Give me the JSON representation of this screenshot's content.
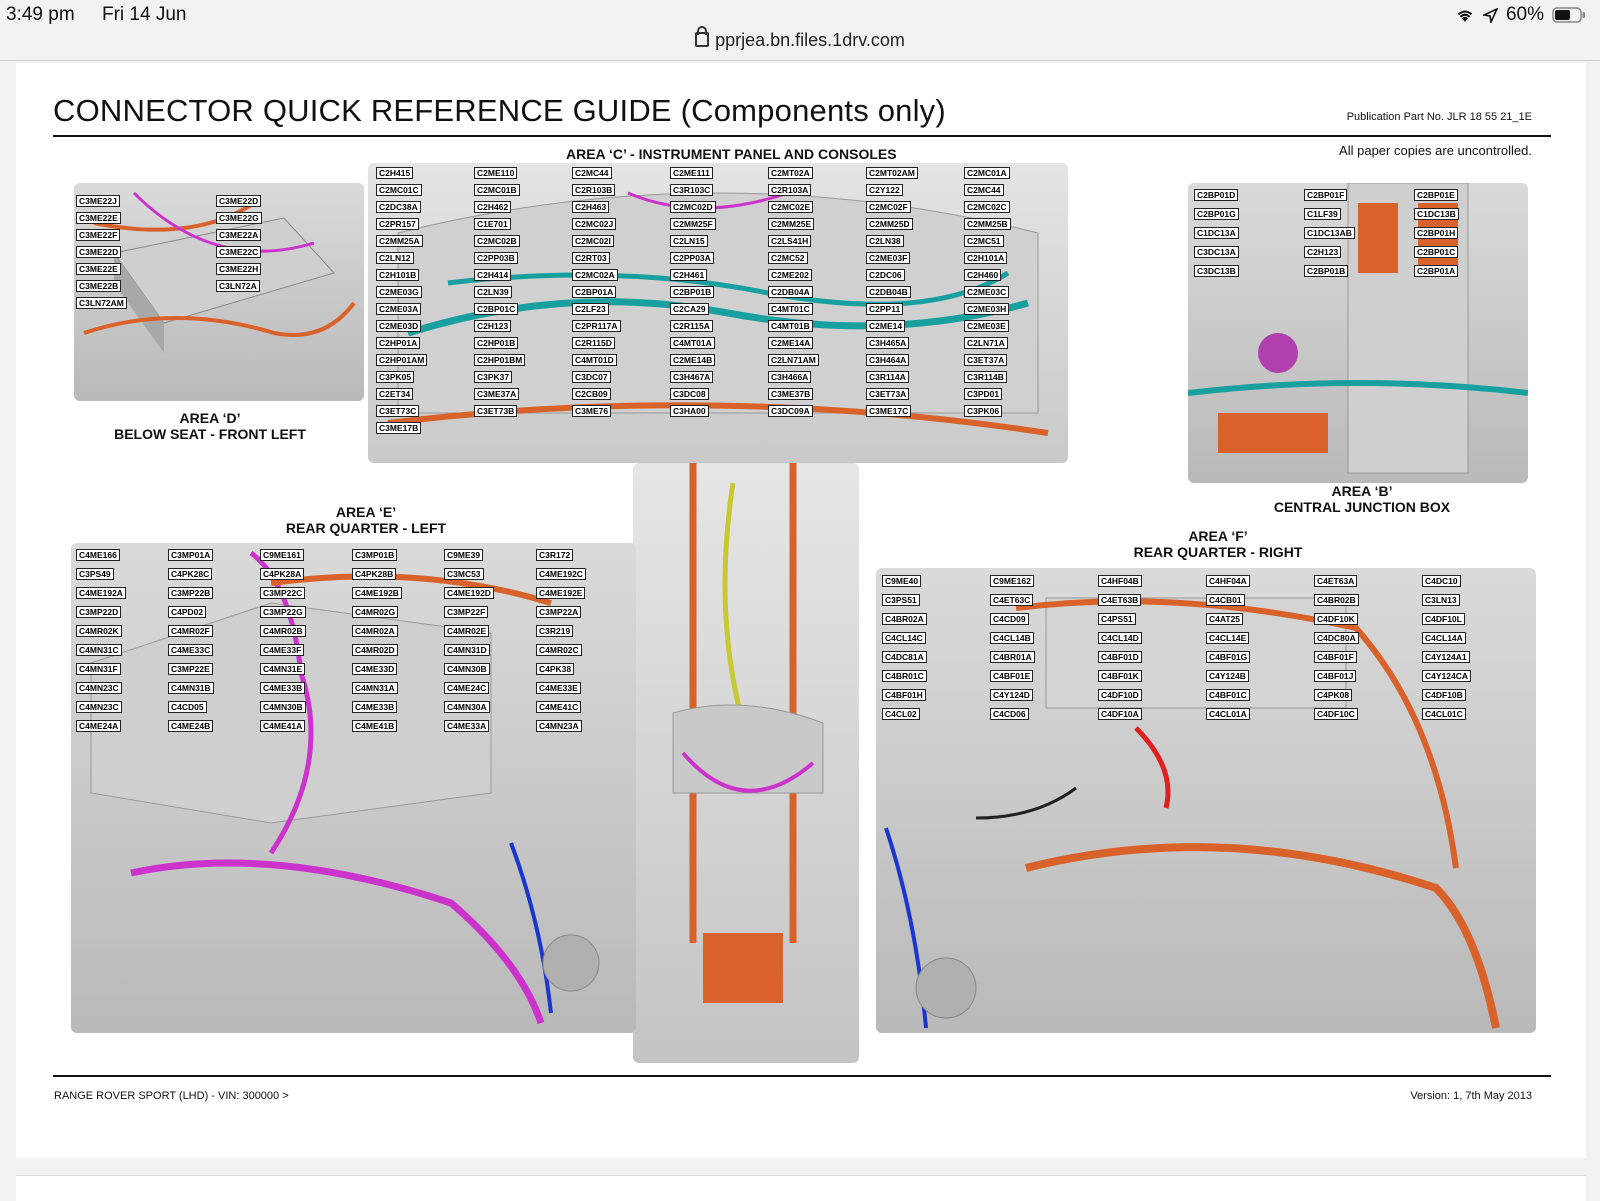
{
  "status_bar": {
    "time": "3:49 pm",
    "date": "Fri 14 Jun",
    "battery": "60%"
  },
  "browser": {
    "url": "pprjea.bn.files.1drv.com"
  },
  "document": {
    "title": "CONNECTOR QUICK REFERENCE GUIDE (Components only)",
    "publication": "Publication Part No. JLR 18 55 21_1E",
    "uncontrolled": "All paper copies are uncontrolled.",
    "footer_left": "RANGE ROVER SPORT (LHD) - VIN: 300000 >",
    "footer_right": "Version: 1, 7th May 2013"
  },
  "areas": {
    "c": {
      "title": "AREA ‘C’ - INSTRUMENT PANEL AND CONSOLES"
    },
    "d": {
      "line1": "AREA ‘D’",
      "line2": "BELOW SEAT - FRONT LEFT"
    },
    "b": {
      "line1": "AREA ‘B’",
      "line2": "CENTRAL JUNCTION BOX"
    },
    "e": {
      "line1": "AREA ‘E’",
      "line2": "REAR QUARTER - LEFT"
    },
    "f": {
      "line1": "AREA ‘F’",
      "line2": "REAR QUARTER - RIGHT"
    }
  },
  "connectors": {
    "area_d": [
      "C3ME22J",
      "C3ME22D",
      "C3ME22E",
      "C3ME22G",
      "C3ME22F",
      "C3ME22A",
      "C3ME22D",
      "C3ME22C",
      "C3ME22E",
      "C3ME22H",
      "C3ME22B",
      "C3LN72A",
      "C3LN72AM"
    ],
    "area_c": [
      "C2H415",
      "C2ME110",
      "C2MC44",
      "C2ME111",
      "C2MT02A",
      "C2MT02AM",
      "C2MC01A",
      "C2MC01C",
      "C2MC01B",
      "C2R103B",
      "C3R103C",
      "C2R103A",
      "C2Y122",
      "C2MC44",
      "C2DC38A",
      "C2H462",
      "C2H463",
      "C2MC02D",
      "C2MC02E",
      "C2MC02F",
      "C2MC02C",
      "C2PR157",
      "C1E701",
      "C2MC02J",
      "C2MM25F",
      "C2MM25E",
      "C2MM25D",
      "C2MM25B",
      "C2MM25A",
      "C2MC02B",
      "C2MC02I",
      "C2LN15",
      "C2LS41H",
      "C2LN38",
      "C2MC51",
      "C2LN12",
      "C2PP03B",
      "C2RT03",
      "C2PP03A",
      "C2MC52",
      "C2ME03F",
      "C2H101A",
      "C2H101B",
      "C2H414",
      "C2MC02A",
      "C2H461",
      "C2ME202",
      "C2DC06",
      "C2H460",
      "C2ME03G",
      "C2LN39",
      "C2BP01A",
      "C2BP01B",
      "C2DB04A",
      "C2DB04B",
      "C2ME03C",
      "C2ME03A",
      "C2BP01C",
      "C2LF23",
      "C2CA29",
      "C4MT01C",
      "C2PP11",
      "C2ME03H",
      "C2ME03D",
      "C2H123",
      "C2PR117A",
      "C2R115A",
      "C4MT01B",
      "C2ME14",
      "C2ME03E",
      "C2HP01A",
      "C2HP01B",
      "C2R115D",
      "C4MT01A",
      "C2ME14A",
      "C3H465A",
      "C2LN71A",
      "C2HP01AM",
      "C2HP01BM",
      "C4MT01D",
      "C2ME14B",
      "C2LN71AM",
      "C3H464A",
      "C3ET37A",
      "C3PK05",
      "C3PK37",
      "C3DC07",
      "C3H467A",
      "C3H466A",
      "C3R114A",
      "C3R114B",
      "C2ET34",
      "C3ME37A",
      "C2CB09",
      "C3DC08",
      "C3ME37B",
      "C3ET73A",
      "C3PD01",
      "C3ET73C",
      "C3ET73B",
      "C3ME76",
      "C3HA00",
      "C3DC09A",
      "C3ME17C",
      "C3PK06",
      "C3ME17B"
    ],
    "area_b": [
      "C2BP01D",
      "C2BP01F",
      "C2BP01E",
      "C2BP01G",
      "C1LF39",
      "C1DC13B",
      "C1DC13A",
      "C1DC13AB",
      "C2BP01H",
      "C3DC13A",
      "C2H123",
      "C2BP01C",
      "C3DC13B",
      "C2BP01B",
      "C2BP01A"
    ],
    "area_e": [
      "C4ME166",
      "C3MP01A",
      "C9ME161",
      "C3MP01B",
      "C9ME39",
      "C3R172",
      "C3PS49",
      "C4PK28C",
      "C4PK28A",
      "C4PK28B",
      "C3MC53",
      "C4ME192C",
      "C4ME192A",
      "C3MP22B",
      "C3MP22C",
      "C4ME192B",
      "C4ME192D",
      "C4ME192E",
      "C3MP22D",
      "C4PD02",
      "C3MP22G",
      "C4MR02G",
      "C3MP22F",
      "C3MP22A",
      "C4MR02K",
      "C4MR02F",
      "C4MR02B",
      "C4MR02A",
      "C4MR02E",
      "C3R219",
      "C4MN31C",
      "C4ME33C",
      "C4ME33F",
      "C4MR02D",
      "C4MN31D",
      "C4MR02C",
      "C4MN31F",
      "C3MP22E",
      "C4MN31E",
      "C4ME33D",
      "C4MN30B",
      "C4PK38",
      "C4MN23C",
      "C4MN31B",
      "C4ME33B",
      "C4MN31A",
      "C4ME24C",
      "C4ME33E",
      "C4MN23C",
      "C4CD05",
      "C4MN30B",
      "C4ME33B",
      "C4MN30A",
      "C4ME41C",
      "C4ME24A",
      "C4ME24B",
      "C4ME41A",
      "C4ME41B",
      "C4ME33A",
      "C4MN23A"
    ],
    "area_f": [
      "C9ME40",
      "C9ME162",
      "C4HF04B",
      "C4HF04A",
      "C4ET63A",
      "C4DC10",
      "C3PS51",
      "C4ET63C",
      "C4ET63B",
      "C4CB01",
      "C4BR02B",
      "C3LN13",
      "C4BR02A",
      "C4CD09",
      "C4PS51",
      "C4AT25",
      "C4DF10K",
      "C4DF10L",
      "C4CL14C",
      "C4CL14B",
      "C4CL14D",
      "C4CL14E",
      "C4DC80A",
      "C4CL14A",
      "C4DC81A",
      "C4BR01A",
      "C4BF01D",
      "C4BF01G",
      "C4BF01F",
      "C4Y124A1",
      "C4BR01C",
      "C4BF01E",
      "C4BF01K",
      "C4Y124B",
      "C4BF01J",
      "C4Y124CA",
      "C4BF01H",
      "C4Y124D",
      "C4DF10D",
      "C4BF01C",
      "C4PK08",
      "C4DF10B",
      "C4CL02",
      "C4CD06",
      "C4DF10A",
      "C4CL01A",
      "C4DF10C",
      "C4CL01C"
    ]
  },
  "icons": [
    "wifi-icon",
    "location-arrow-icon",
    "battery-icon",
    "lock-icon"
  ]
}
